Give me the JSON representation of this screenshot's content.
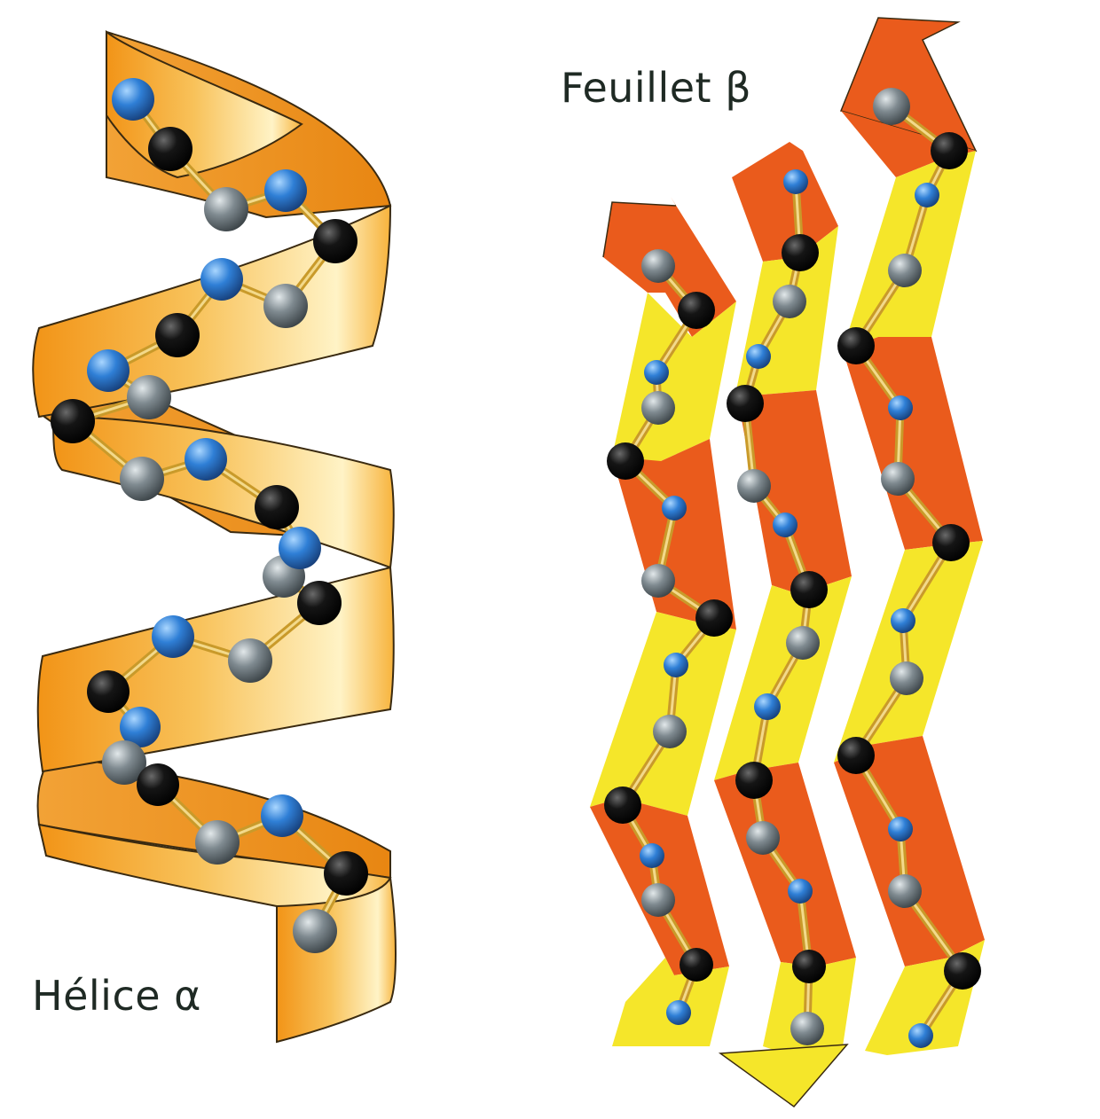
{
  "labels": {
    "helix": "Hélice α",
    "sheet": "Feuillet β"
  },
  "colors": {
    "helix_ribbon_light": "#fde7a3",
    "helix_ribbon_dark": "#f39a1a",
    "sheet_yellow": "#f5e62a",
    "sheet_orange": "#ea5b1c",
    "atom_nitrogen_blue": "#2f7fd6",
    "atom_carbon_alpha_gray": "#7f8a90",
    "atom_carbon_black": "#151515",
    "bond": "#d8ae45"
  },
  "atom_legend_types": [
    "blue",
    "gray",
    "black"
  ],
  "sheet_strands": [
    {
      "direction": "up"
    },
    {
      "direction": "down"
    },
    {
      "direction": "up"
    }
  ]
}
